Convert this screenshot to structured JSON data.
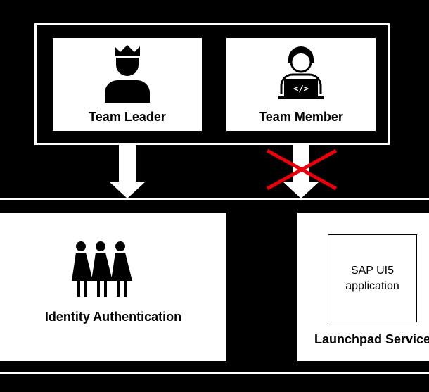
{
  "roles": {
    "leader_label": "Team Leader",
    "member_label": "Team Member"
  },
  "services": {
    "identity_label": "Identity Authentication",
    "launchpad_label": "Launchpad Service",
    "app_line1": "SAP UI5",
    "app_line2": "application"
  },
  "colors": {
    "background": "#000000",
    "card": "#ffffff",
    "blocked_cross": "#e8000b"
  },
  "icons": {
    "leader": "crowned-person-icon",
    "member": "developer-laptop-icon",
    "identity": "group-of-people-icon"
  }
}
